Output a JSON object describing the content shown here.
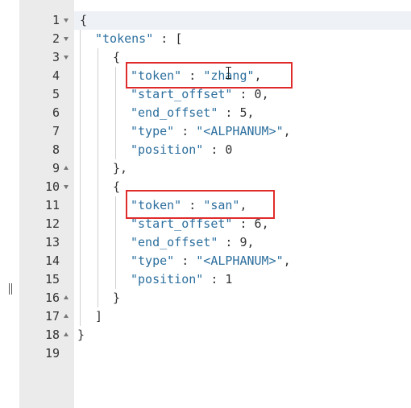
{
  "gutter": {
    "line_numbers": [
      "1",
      "2",
      "3",
      "4",
      "5",
      "6",
      "7",
      "8",
      "9",
      "10",
      "11",
      "12",
      "13",
      "14",
      "15",
      "16",
      "17",
      "18",
      "19"
    ]
  },
  "code": {
    "l1": {
      "brace": "{"
    },
    "l2": {
      "key": "\"tokens\"",
      "sep": " : ",
      "bracket": "["
    },
    "l3": {
      "brace": "{"
    },
    "l4": {
      "key": "\"token\"",
      "sep": " : ",
      "value": "\"zhang\"",
      "comma": ","
    },
    "l5": {
      "key": "\"start_offset\"",
      "sep": " : ",
      "value": "0",
      "comma": ","
    },
    "l6": {
      "key": "\"end_offset\"",
      "sep": " : ",
      "value": "5",
      "comma": ","
    },
    "l7": {
      "key": "\"type\"",
      "sep": " : ",
      "value": "\"<ALPHANUM>\"",
      "comma": ","
    },
    "l8": {
      "key": "\"position\"",
      "sep": " : ",
      "value": "0"
    },
    "l9": {
      "brace": "},"
    },
    "l10": {
      "brace": "{"
    },
    "l11": {
      "key": "\"token\"",
      "sep": " : ",
      "value": "\"san\"",
      "comma": ","
    },
    "l12": {
      "key": "\"start_offset\"",
      "sep": " : ",
      "value": "6",
      "comma": ","
    },
    "l13": {
      "key": "\"end_offset\"",
      "sep": " : ",
      "value": "9",
      "comma": ","
    },
    "l14": {
      "key": "\"type\"",
      "sep": " : ",
      "value": "\"<ALPHANUM>\"",
      "comma": ","
    },
    "l15": {
      "key": "\"position\"",
      "sep": " : ",
      "value": "1"
    },
    "l16": {
      "brace": "}"
    },
    "l17": {
      "bracket": "]"
    },
    "l18": {
      "brace": "}"
    }
  },
  "icons": {
    "fold_open": "triangle-down-icon",
    "fold_close": "triangle-up-icon",
    "splitter": "drag-handle-icon",
    "cursor": "text-cursor-icon"
  },
  "colors": {
    "key": "#2c6f9e",
    "gutter_bg": "#ebebeb",
    "active_line": "#eef1f6",
    "highlight_box": "#e02b2b"
  }
}
